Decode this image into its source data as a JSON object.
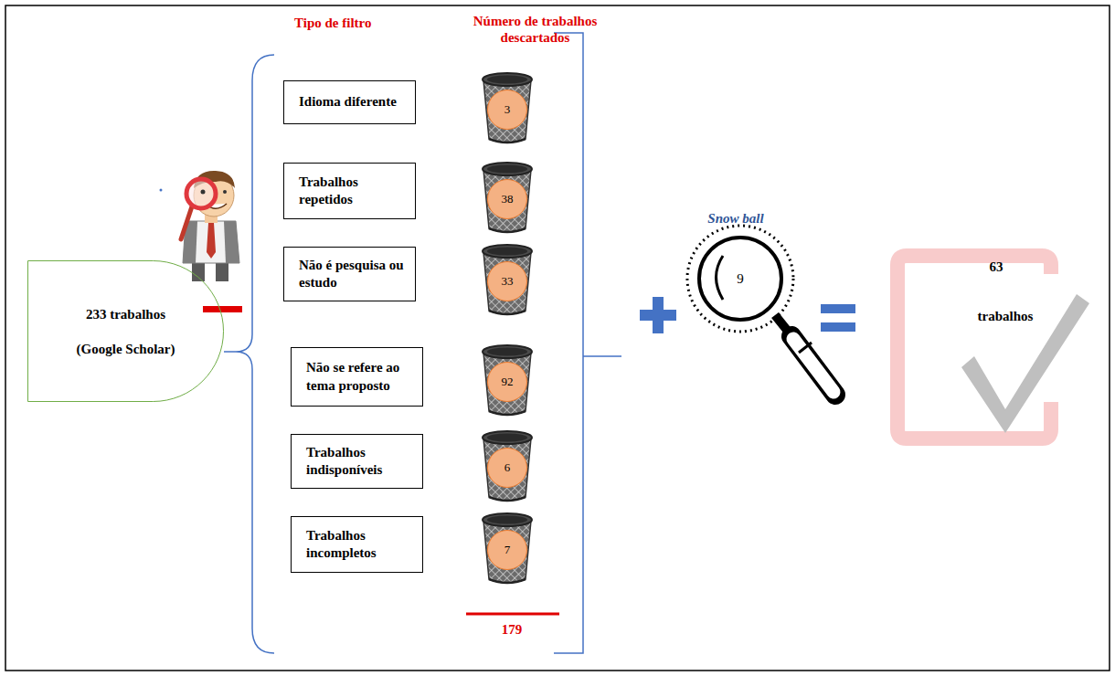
{
  "diagram": {
    "nodes": [
      {
        "text": [
          "233 trabalhos",
          "(Google Scholar)"
        ]
      },
      {
        "text": [
          "Idioma diferente"
        ]
      },
      {
        "text": [
          "3"
        ]
      },
      {
        "text": [
          "Trabalhos repetidos"
        ]
      },
      {
        "text": [
          "38"
        ]
      },
      {
        "text": [
          "Não é pesquisa ou estudo"
        ]
      },
      {
        "text": [
          "33"
        ]
      },
      {
        "text": [
          "Não se refere ao tema proposto"
        ]
      },
      {
        "text": [
          "92"
        ]
      },
      {
        "text": [
          "Trabalhos indisponíveis"
        ]
      },
      {
        "text": [
          "6"
        ]
      },
      {
        "text": [
          "Trabalhos incompletos"
        ]
      },
      {
        "text": [
          "7"
        ]
      },
      {
        "text": [
          "9"
        ]
      },
      {
        "text": [
          "63",
          "trabalhos"
        ]
      }
    ],
    "labels": [
      "Tipo de filtro",
      "Número de trabalhos descartados",
      "179",
      "Snow ball"
    ]
  }
}
